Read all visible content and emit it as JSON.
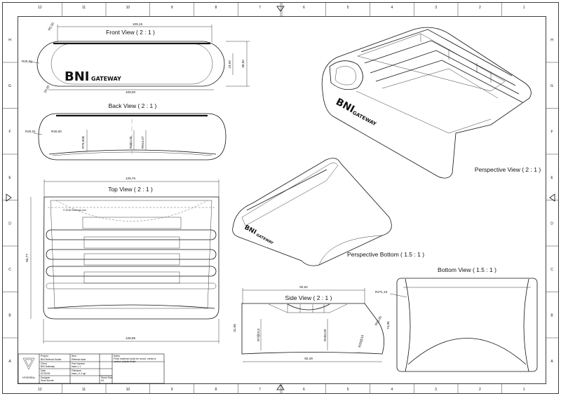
{
  "sheet": {
    "columns_top": [
      "12",
      "11",
      "10",
      "9",
      "8",
      "7",
      "6",
      "5",
      "4",
      "3",
      "2",
      "1"
    ],
    "columns_bottom": [
      "12",
      "11",
      "10",
      "9",
      "8",
      "7",
      "6",
      "5",
      "4",
      "3",
      "2",
      "1"
    ],
    "rows_left": [
      "H",
      "G",
      "F",
      "E",
      "D",
      "C",
      "B",
      "A"
    ],
    "rows_right": [
      "H",
      "G",
      "F",
      "E",
      "D",
      "C",
      "B",
      "A"
    ]
  },
  "views": {
    "front": {
      "title": "Front View ( 2 : 1 )",
      "brand": "BNI",
      "brand_sub": "GATEWAY",
      "dims": {
        "top": "109,15",
        "bottom": "109,00",
        "right": "36,50",
        "right_inner": "19,50",
        "left_r": "R20,0g",
        "corner_tl": "R5,00",
        "corner_bl": "20,00"
      }
    },
    "back": {
      "title": "Back View ( 2 : 1 )",
      "dims": {
        "left": "R20,01",
        "left_inner": "R20,00",
        "d1": "R70,50$",
        "d2": "R392,00",
        "d3": "R914,47"
      }
    },
    "top": {
      "title": "Top View ( 2 : 1 )",
      "copyright": "© 2018 Vithereal.com",
      "dims": {
        "top": "128,76",
        "bottom": "128,95",
        "left": "60,77"
      }
    },
    "side": {
      "title": "Side View ( 2 : 1 )",
      "dims": {
        "top": "92,62",
        "bottom": "92,49",
        "left": "31,56",
        "r1": "R7@014",
        "r2": "R250,00",
        "r3": "R20@10",
        "r4": "R50,00",
        "right": "74,96"
      }
    },
    "bottom": {
      "title": "Bottom View ( 1.5 : 1 )",
      "dims": {
        "r": "R271,15"
      }
    },
    "perspective": {
      "title": "Perspective View ( 2 : 1 )",
      "brand": "BNI",
      "brand_sub": "GATEWAY"
    },
    "perspective_bottom": {
      "title": "Perspective Bottom ( 1.5 : 1 )",
      "brand": "BNI",
      "brand_sub": "GATEWAY"
    }
  },
  "title_block": {
    "logo_text": "VITHEREAL",
    "project_label": "Project",
    "project_value": "BNI Referral Holder",
    "item_label": "Item",
    "item_value": "Referral base",
    "client_label": "Client",
    "client_value": "BNI Gateway",
    "part_number_label": "Part Number",
    "part_number_value": "base-1.1",
    "date_label": "Date",
    "date_value": "6/7/2018",
    "filename_label": "Filename",
    "filename_value": "base_r1-1.igt",
    "designer_label": "Designer",
    "designer_value": "Sean Bonde",
    "sheet_label": "Sheet Size",
    "sheet_value": "A4",
    "notes_label": "Notes",
    "notes_value": "Final material could be wood, metal or carbon plastic finish"
  }
}
